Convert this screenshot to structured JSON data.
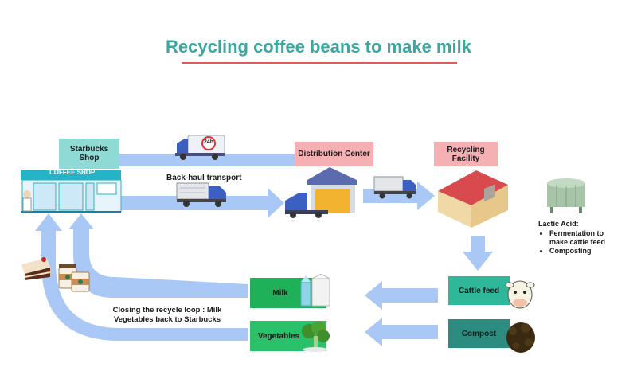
{
  "title": "Recycling coffee beans to make milk",
  "nodes": {
    "starbucks": "Starbucks Shop",
    "coffee_shop_sign": "COFFEE SHOP",
    "distribution": "Distribution Center",
    "recycling": "Recycling Facility",
    "cattle_feed": "Cattle feed",
    "compost": "Compost",
    "milk": "Milk",
    "vegetables": "Vegetables"
  },
  "labels": {
    "back_haul": "Back-haul transport",
    "closing_loop": "Closing the recycle loop : Milk Vegetables back to Starbucks",
    "truck_badge": "24h"
  },
  "lactic_acid": {
    "heading": "Lactic Acid:",
    "items": [
      "Fermentation to make cattle feed",
      "Composting"
    ]
  },
  "colors": {
    "title": "#3aa7a0",
    "title_rule": "#e05a5a",
    "arrow": "#a9c8f5",
    "starbucks_box": "#8fdad5",
    "facility_box": "#f5b0b4",
    "cattle_box": "#2fb79a",
    "compost_box": "#2c8c7f",
    "milk_box": "#1fb05a",
    "veg_box": "#2bc06a"
  }
}
